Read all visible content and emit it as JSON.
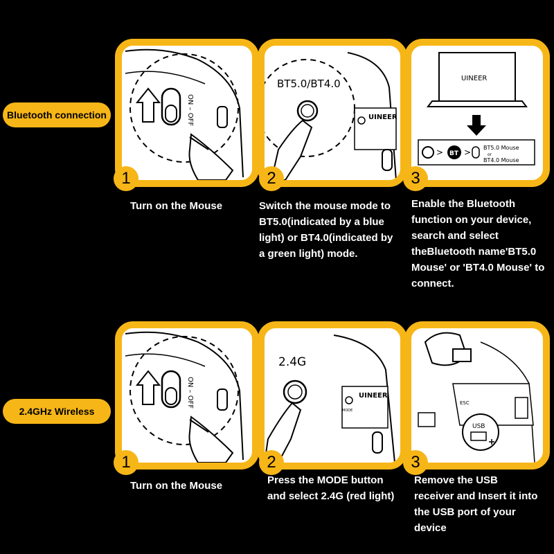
{
  "sections": [
    {
      "label": "Bluetooth connection",
      "steps": [
        {
          "num": "1",
          "caption": "Turn on the Mouse"
        },
        {
          "num": "2",
          "caption": "Switch the mouse mode to BT5.0(indicated by a blue light) or BT4.0(indicated by a green light) mode.",
          "mode_label": "BT5.0/BT4.0"
        },
        {
          "num": "3",
          "caption": "Enable the Bluetooth function on your device, search and select theBluetooth name'BT5.0 Mouse' or 'BT4.0 Mouse' to connect.",
          "laptop_text": "UINEER",
          "bt_icon_text": "BT",
          "name1": "BT5.0 Mouse",
          "or_text": "or",
          "name2": "BT4.0 Mouse"
        }
      ]
    },
    {
      "label": "2.4GHz Wireless",
      "steps": [
        {
          "num": "1",
          "caption": "Turn on the Mouse"
        },
        {
          "num": "2",
          "caption": "Press the MODE button and select 2.4G (red light)",
          "mode_label": "2.4G"
        },
        {
          "num": "3",
          "caption": "Remove the USB receiver and Insert it into the USB port of your device",
          "usb_label": "USB",
          "esc_label": "ESC"
        }
      ]
    }
  ],
  "switch_text": "ON – OFF",
  "brand_text": "UINEER",
  "mode_text": "MODE"
}
